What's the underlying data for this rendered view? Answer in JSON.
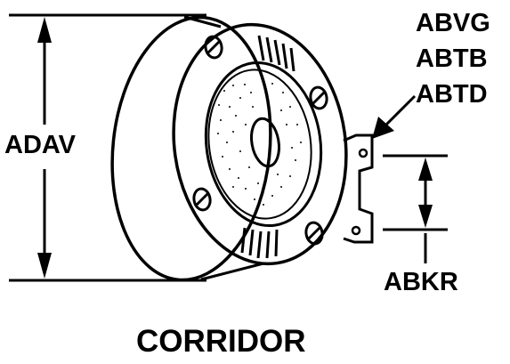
{
  "labels": {
    "dimension_height": "ADAV",
    "code_1": "ABVG",
    "code_2": "ABTB",
    "code_3": "ABTD",
    "dimension_bracket": "ABKR",
    "caption": "CORRIDOR"
  },
  "colors": {
    "ink": "#000000",
    "paper": "#ffffff"
  }
}
